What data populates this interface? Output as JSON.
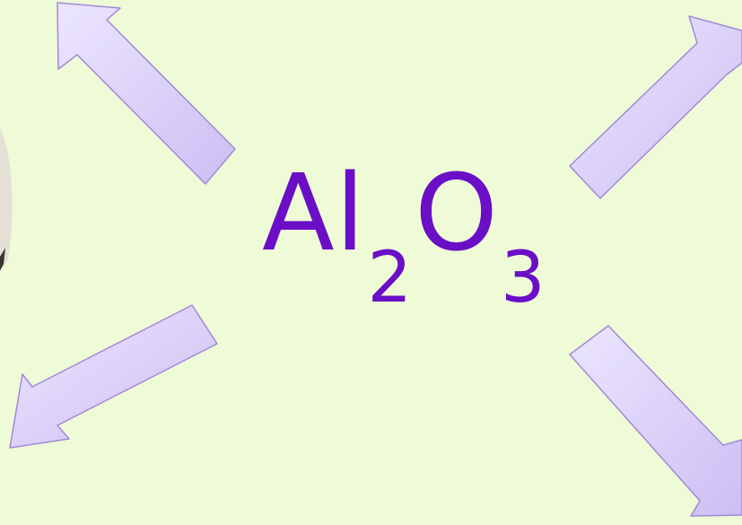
{
  "formula": {
    "element_1": "Al",
    "subscript_1": "2",
    "element_2": "O",
    "subscript_2": "3"
  },
  "colors": {
    "background": "#eefbd6",
    "formula_text": "#6a0fc6",
    "arrow_fill": "#d8ccf6",
    "arrow_stroke": "#9e88d9",
    "photo_fill": "#e3ddd2"
  },
  "arrows": [
    {
      "name": "arrow-up-left",
      "direction": "up-left"
    },
    {
      "name": "arrow-up-right",
      "direction": "up-right"
    },
    {
      "name": "arrow-down-left",
      "direction": "down-left"
    },
    {
      "name": "arrow-down-right",
      "direction": "down-right"
    }
  ]
}
